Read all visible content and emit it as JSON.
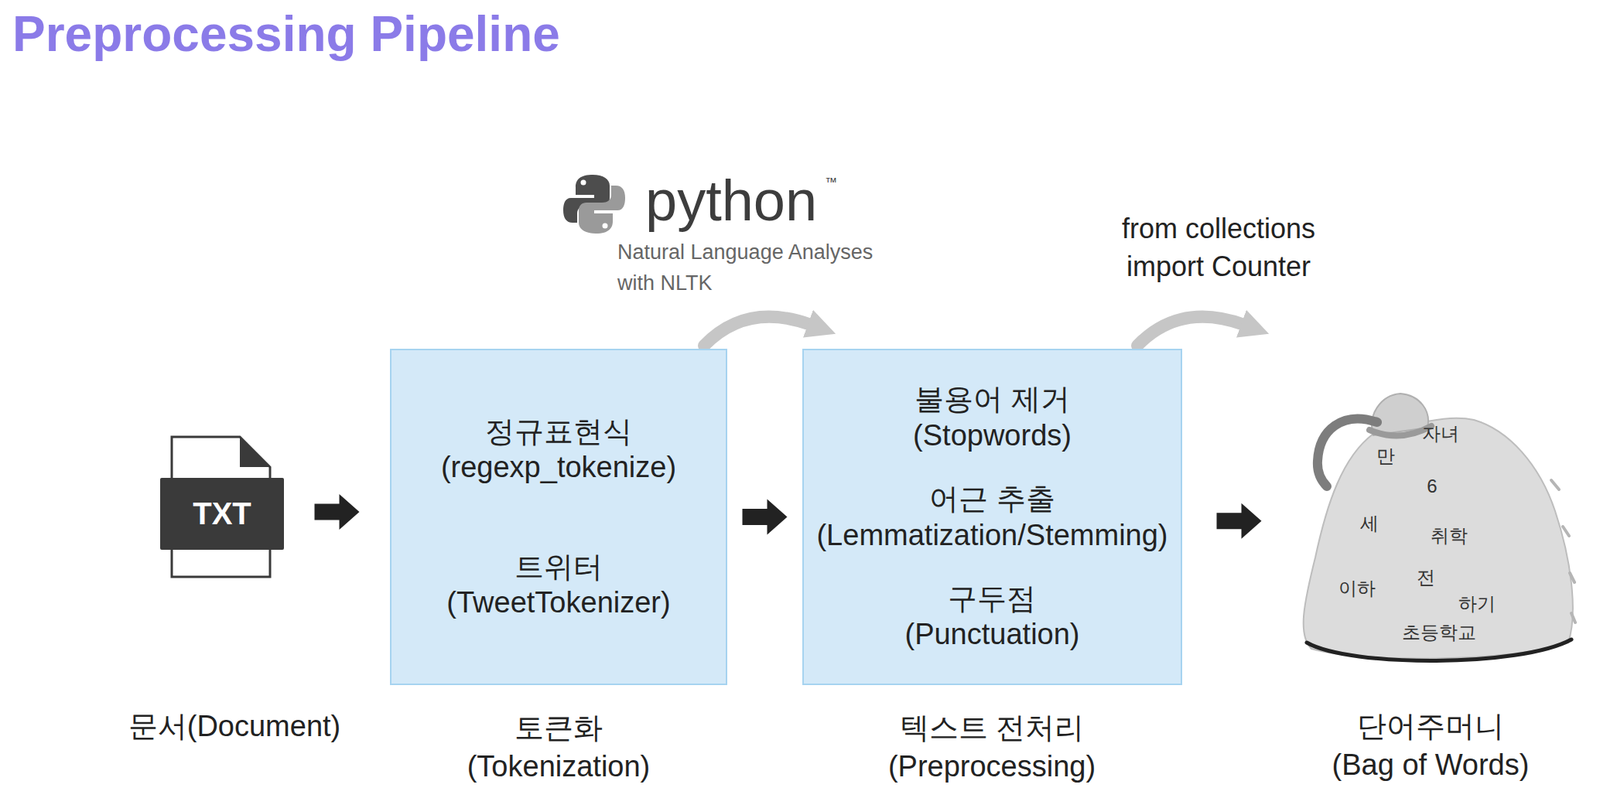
{
  "diagram": {
    "title": "Preprocessing Pipeline",
    "nodes": [
      {
        "text": [
          "TXT",
          "문서(Document)"
        ]
      },
      {
        "text": [
          "정규표현식 (regexp_tokenize)",
          "트위터 (TweetTokenizer)",
          "토큰화 (Tokenization)"
        ]
      },
      {
        "text": [
          "불용어 제거 (Stopwords)",
          "어근 추출 (Lemmatization/Stemming)",
          "구두점 (Punctuation)",
          "텍스트 전처리 (Preprocessing)"
        ]
      },
      {
        "text": [
          "자녀",
          "만",
          "6",
          "세",
          "취학",
          "이하",
          "전",
          "하기",
          "초등학교",
          "단어주머니 (Bag of Words)"
        ]
      }
    ],
    "edges": [
      {
        "from": 0,
        "to": 1,
        "arrow": "to"
      },
      {
        "from": 1,
        "to": 2,
        "arrow": "to"
      },
      {
        "from": 2,
        "to": 3,
        "arrow": "to"
      }
    ],
    "labels": [
      "python",
      "™",
      "Natural Language Analyses with NLTK",
      "from collections import Counter"
    ]
  }
}
